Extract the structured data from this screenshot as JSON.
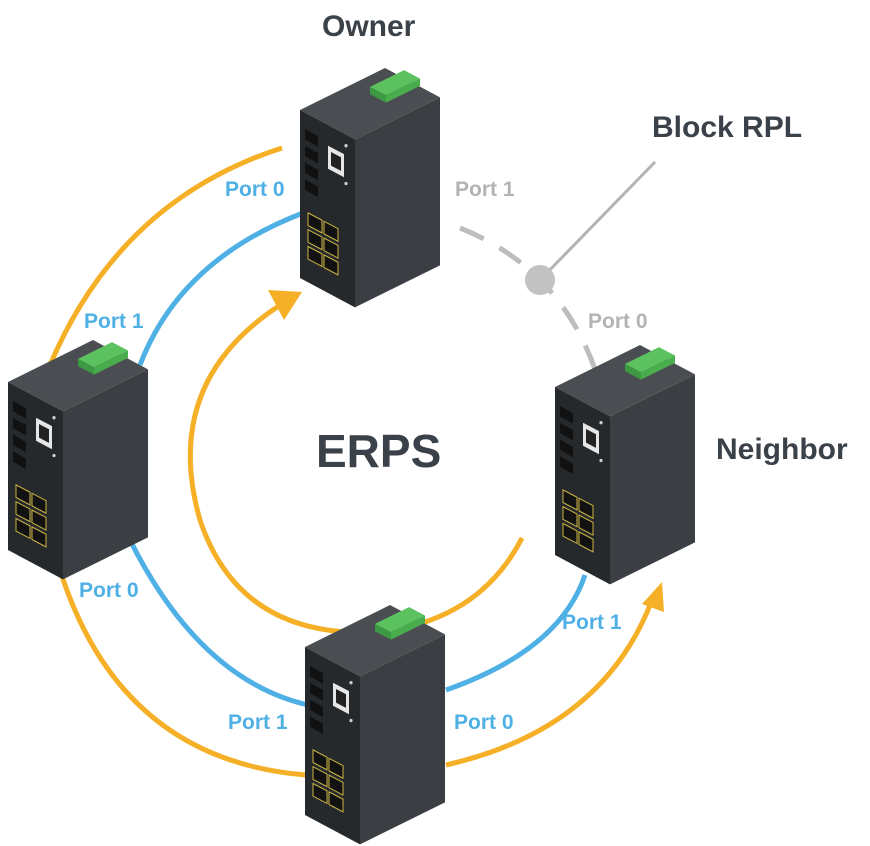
{
  "labels": {
    "owner": "Owner",
    "block_rpl": "Block RPL",
    "neighbor": "Neighbor",
    "title": "ERPS"
  },
  "ports": {
    "owner_port0": "Port 0",
    "owner_port1": "Port 1",
    "left_port1": "Port 1",
    "left_port0": "Port 0",
    "bottom_port1": "Port 1",
    "bottom_port0": "Port 0",
    "neighbor_port1": "Port 1",
    "neighbor_port0": "Port 0"
  },
  "colors": {
    "ring_link": "#4fb0e5",
    "traffic_arrow": "#f5b027",
    "blocked_link": "#bdbdbd",
    "switch_body": "#2e3134",
    "terminal_block": "#5cc25f",
    "text": "#3a4148"
  }
}
